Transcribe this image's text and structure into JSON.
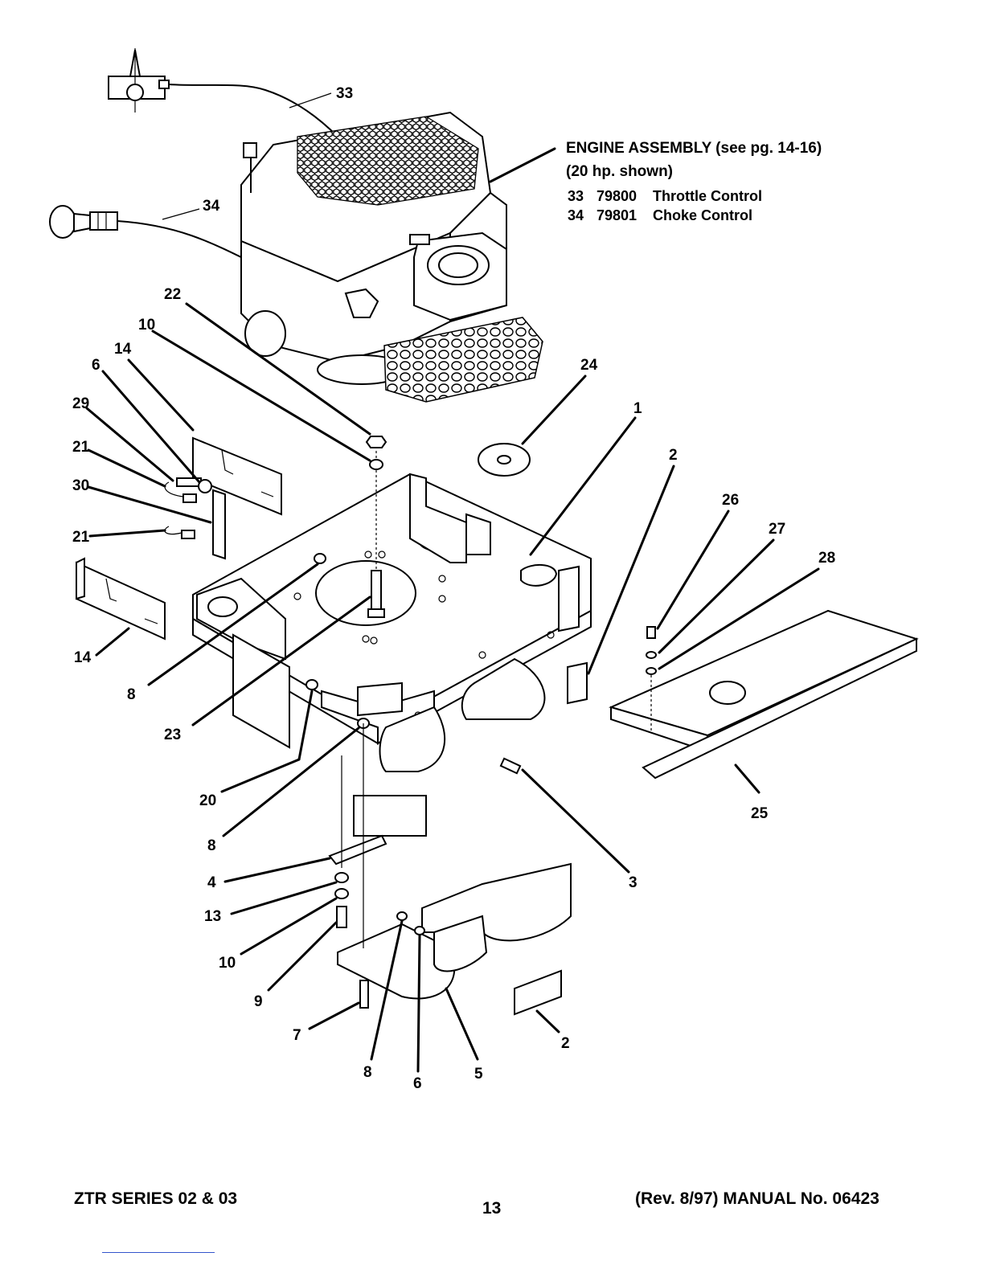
{
  "engine_note": {
    "title_line1": "ENGINE ASSEMBLY (see pg. 14-16)",
    "title_line2": "(20 hp. shown)"
  },
  "parts_list": [
    {
      "item": "33",
      "part_no": "79800",
      "desc": "Throttle Control"
    },
    {
      "item": "34",
      "part_no": "79801",
      "desc": "Choke Control"
    }
  ],
  "callouts": {
    "c33": "33",
    "c34": "34",
    "c22": "22",
    "c10a": "10",
    "c14a": "14",
    "c6a": "6",
    "c29": "29",
    "c21a": "21",
    "c30": "30",
    "c21b": "21",
    "c14b": "14",
    "c24": "24",
    "c1": "1",
    "c2a": "2",
    "c26": "26",
    "c27": "27",
    "c28": "28",
    "c8a": "8",
    "c23": "23",
    "c20": "20",
    "c8b": "8",
    "c25": "25",
    "c4": "4",
    "c3": "3",
    "c13": "13",
    "c10b": "10",
    "c9": "9",
    "c7": "7",
    "c2b": "2",
    "c8c": "8",
    "c6b": "6",
    "c5": "5"
  },
  "footer": {
    "left": "ZTR SERIES 02 & 03",
    "page": "13",
    "right": "(Rev. 8/97) MANUAL No. 06423"
  }
}
